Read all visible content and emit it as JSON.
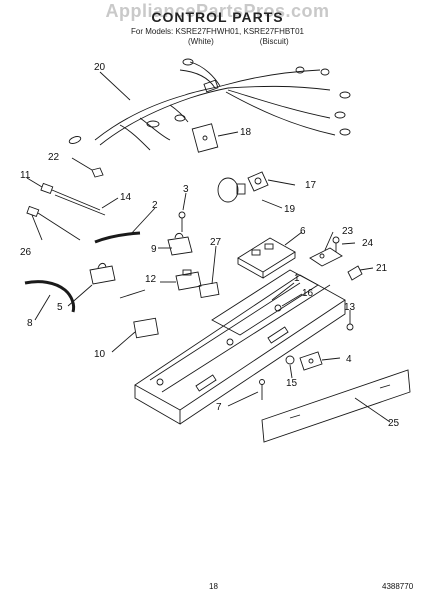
{
  "header": {
    "watermark": "AppliancePartsPros.com",
    "title": "CONTROL PARTS",
    "models": "For Models: KSRE27FHWH01, KSRE27FHBT01",
    "variant_white": "(White)",
    "variant_biscuit": "(Biscuit)"
  },
  "footer": {
    "page_number": "18",
    "document_number": "4388770"
  },
  "callouts": {
    "c1": "1",
    "c2": "2",
    "c3": "3",
    "c4": "4",
    "c5": "5",
    "c6": "6",
    "c7": "7",
    "c8": "8",
    "c9": "9",
    "c10": "10",
    "c11": "11",
    "c12": "12",
    "c13": "13",
    "c14": "14",
    "c15": "15",
    "c16": "16",
    "c17": "17",
    "c18": "18",
    "c19": "19",
    "c20": "20",
    "c21": "21",
    "c22": "22",
    "c23": "23",
    "c24": "24",
    "c25": "25",
    "c26": "26",
    "c27": "27"
  },
  "colors": {
    "line": "#1a1a1a",
    "watermark": "#c9c9c9"
  }
}
